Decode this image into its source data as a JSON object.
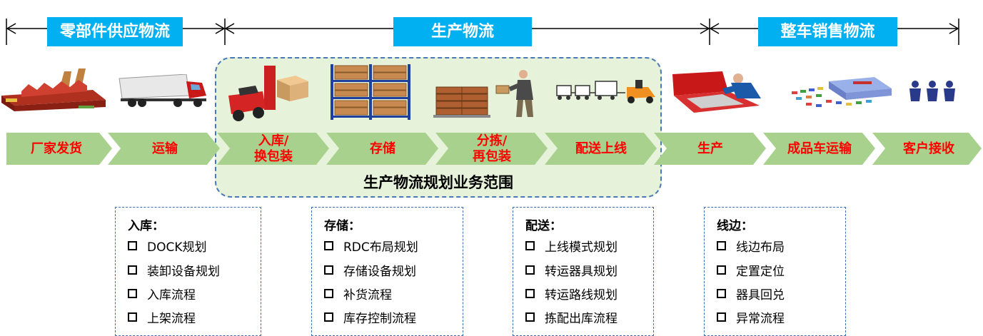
{
  "stages": [
    {
      "label": "零部件供应物流"
    },
    {
      "label": "生产物流"
    },
    {
      "label": "整车销售物流"
    }
  ],
  "scope_label": "生产物流规划业务范围",
  "steps": [
    {
      "label": "厂家发货"
    },
    {
      "label": "运输"
    },
    {
      "label": "入库/\n换包装"
    },
    {
      "label": "存储"
    },
    {
      "label": "分拣/\n再包装"
    },
    {
      "label": "配送上线"
    },
    {
      "label": "生产"
    },
    {
      "label": "成品车运输"
    },
    {
      "label": "客户接收"
    }
  ],
  "boxes": [
    {
      "title": "入库：",
      "items": [
        "DOCK规划",
        "装卸设备规划",
        "入库流程",
        "上架流程"
      ]
    },
    {
      "title": "存储：",
      "items": [
        "RDC布局规划",
        "存储设备规划",
        "补货流程",
        "库存控制流程"
      ]
    },
    {
      "title": "配送：",
      "items": [
        "上线模式规划",
        "转运器具规划",
        "转运路线规划",
        "拣配出库流程"
      ]
    },
    {
      "title": "线边：",
      "items": [
        "线边布局",
        "定置定位",
        "器具回兑",
        "异常流程"
      ]
    }
  ],
  "colors": {
    "stage_label_bg": "#00b0f0",
    "arrow_green": "#a9d18e",
    "step_text": "#ff0000",
    "scope_bg": "#e6f2d9",
    "dashed_border": "#3d6fb0"
  }
}
